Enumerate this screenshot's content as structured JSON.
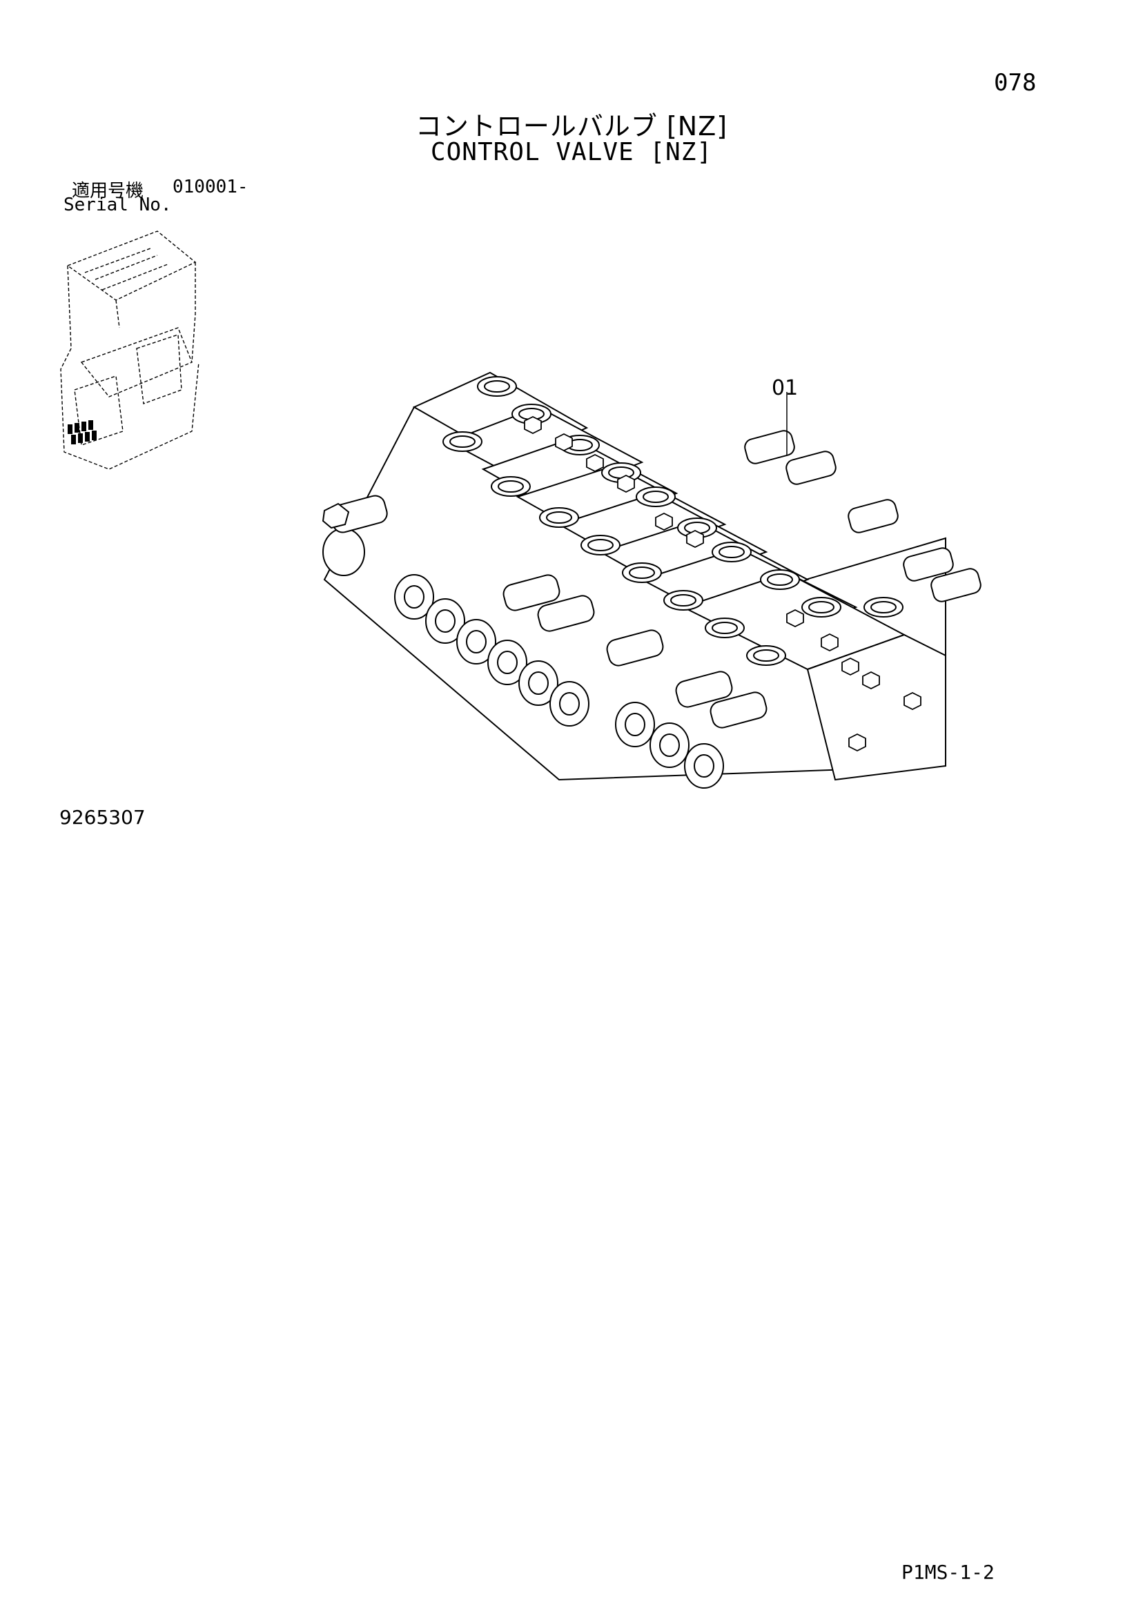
{
  "page_number": "078",
  "title_jp": "コントロールバルブ [NZ]",
  "title_en": "CONTROL VALVE [NZ]",
  "serial": {
    "label_jp": "適用号機",
    "label_en": "Serial No.",
    "value": "010001-"
  },
  "part_label": "01",
  "drawing_number": "9265307",
  "page_code": "P1MS-1-2"
}
